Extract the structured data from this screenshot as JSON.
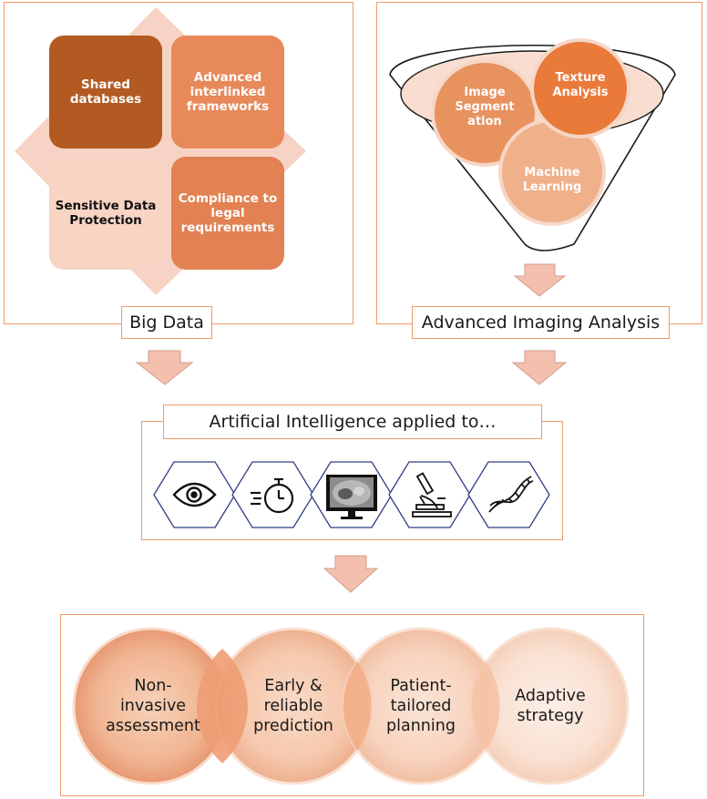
{
  "big_data": {
    "label": "Big Data",
    "tiles": [
      {
        "text": "Shared databases",
        "bg": "#b35a22",
        "fg": "#ffffff"
      },
      {
        "text": "Advanced interlinked frameworks",
        "bg": "#e8895a",
        "fg": "#ffffff"
      },
      {
        "text": "Sensitive Data Protection",
        "bg": "#f7d4c4",
        "fg": "#111111"
      },
      {
        "text": "Compliance to legal requirements",
        "bg": "#e28152",
        "fg": "#ffffff"
      }
    ]
  },
  "imaging": {
    "label": "Advanced Imaging Analysis",
    "circles": [
      {
        "text": "Image Segment ation"
      },
      {
        "text": "Texture Analysis"
      },
      {
        "text": "Machine Learning"
      }
    ]
  },
  "ai": {
    "label": "Artificial Intelligence applied to…",
    "icons": [
      "eye-icon",
      "stopwatch-icon",
      "ct-monitor-icon",
      "microscope-icon",
      "dna-icon"
    ]
  },
  "outcomes": [
    {
      "text": "Non-invasive assessment"
    },
    {
      "text": "Early & reliable prediction"
    },
    {
      "text": "Patient-tailored planning"
    },
    {
      "text": "Adaptive strategy"
    }
  ],
  "colors": {
    "frame": "#ef9a6a",
    "arrow": "#f4c0ad",
    "diamond": "#f6d3c4",
    "hexagon_stroke": "#2f3e86"
  }
}
